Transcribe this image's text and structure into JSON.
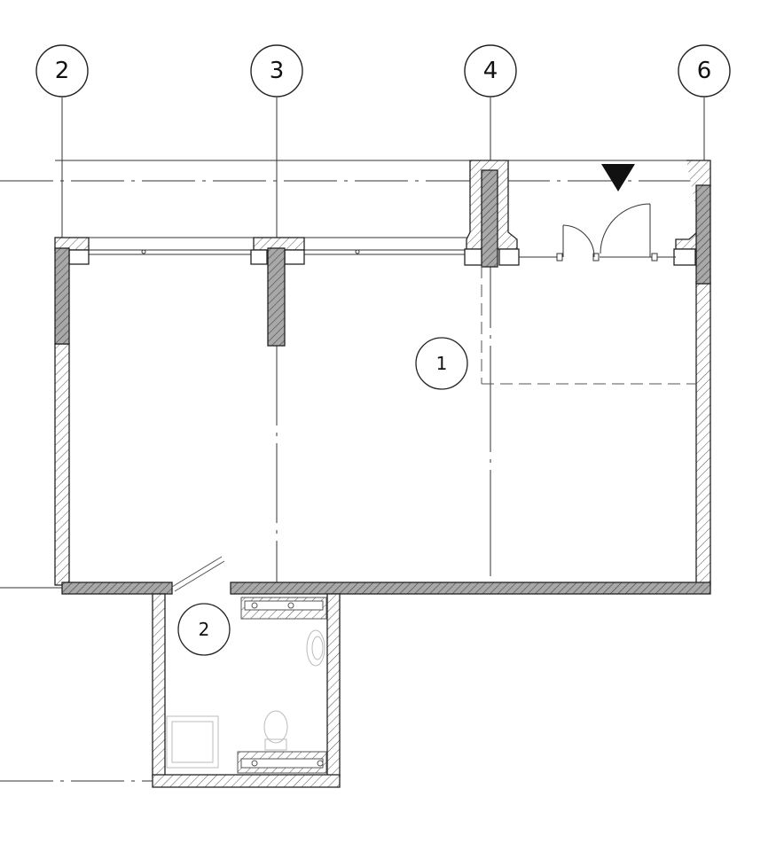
{
  "grid_labels": [
    "2",
    "3",
    "4",
    "6"
  ],
  "room_labels": [
    "1",
    "2"
  ],
  "colors": {
    "line": "#222222",
    "column_fill": "#9a9a9a",
    "background": "#ffffff"
  }
}
